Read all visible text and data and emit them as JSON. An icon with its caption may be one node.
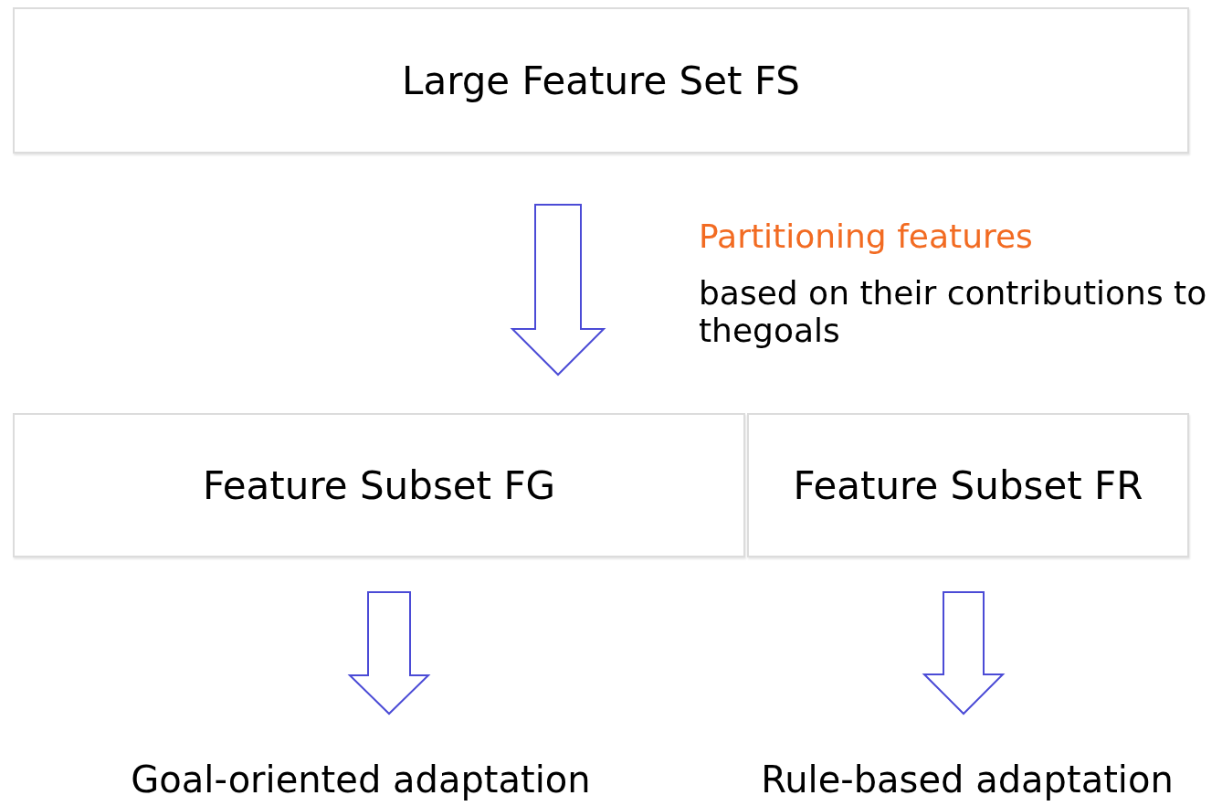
{
  "diagram": {
    "nodes": [
      {
        "text": [
          "Large Feature Set FS"
        ]
      },
      {
        "text": [
          "Feature Subset FG"
        ]
      },
      {
        "text": [
          "Feature Subset FR"
        ]
      },
      {
        "text": [
          "Goal-oriented adaptation"
        ]
      },
      {
        "text": [
          "Rule-based adaptation"
        ]
      }
    ],
    "edges": [
      {
        "from": 0,
        "to": 1,
        "arrow": "to"
      },
      {
        "from": 1,
        "to": 3,
        "arrow": "to"
      },
      {
        "from": 2,
        "to": 4,
        "arrow": "to"
      }
    ],
    "labels": [
      "Partitioning features",
      "based on their contributions to thegoals"
    ]
  }
}
